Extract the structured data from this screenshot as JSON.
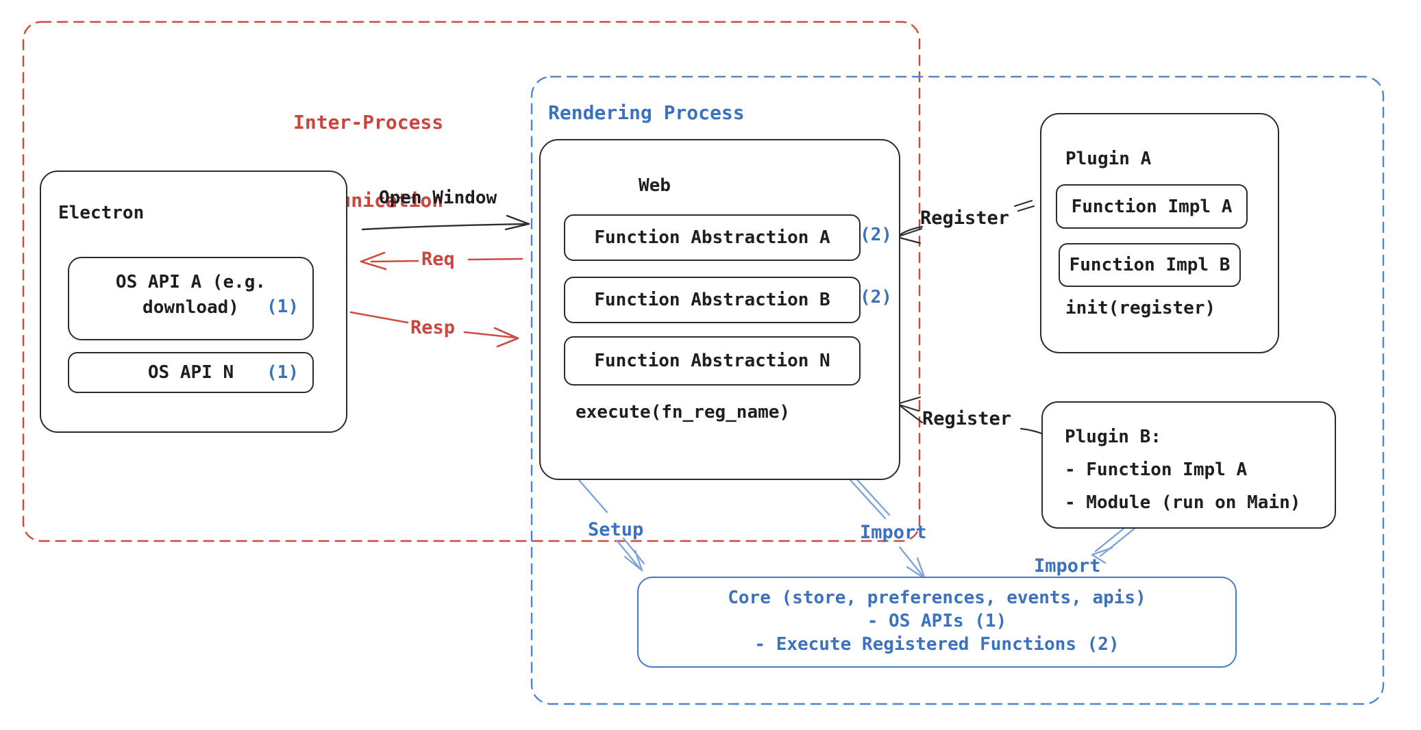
{
  "regions": {
    "ipc": {
      "line1": "Inter-Process",
      "line2": "Communication"
    },
    "rendering": {
      "label": "Rendering Process"
    }
  },
  "electron": {
    "title": "Electron",
    "os_api_a": {
      "line1": "OS API A (e.g.",
      "line2": "download)",
      "badge": "(1)"
    },
    "os_api_n": {
      "label": "OS API N",
      "badge": "(1)"
    }
  },
  "web": {
    "title": "Web",
    "fa_a": {
      "label": "Function Abstraction A",
      "badge": "(2)"
    },
    "fa_b": {
      "label": "Function Abstraction B",
      "badge": "(2)"
    },
    "fa_n": {
      "label": "Function Abstraction N"
    },
    "execute": "execute(fn_reg_name)"
  },
  "plugin_a": {
    "title": "Plugin A",
    "impl_a": "Function Impl A",
    "impl_b": "Function Impl B",
    "init": "init(register)"
  },
  "plugin_b": {
    "line1": "Plugin B:",
    "line2": "- Function Impl A",
    "line3": "- Module (run on Main)"
  },
  "core": {
    "line1": "Core (store, preferences, events, apis)",
    "line2": "- OS APIs (1)",
    "line3": "- Execute Registered Functions (2)"
  },
  "arrows": {
    "open_window": "Open Window",
    "req": "Req",
    "resp": "Resp",
    "register_top": "Register",
    "register_bottom": "Register",
    "setup": "Setup",
    "import_mid": "Import",
    "import_right": "Import"
  },
  "colors": {
    "red": "#cb453e",
    "blue_text": "#3b72c0",
    "blue_dash": "#4c86ce",
    "blue_arrow": "#7da3dc",
    "ink": "#1e1e1e"
  }
}
